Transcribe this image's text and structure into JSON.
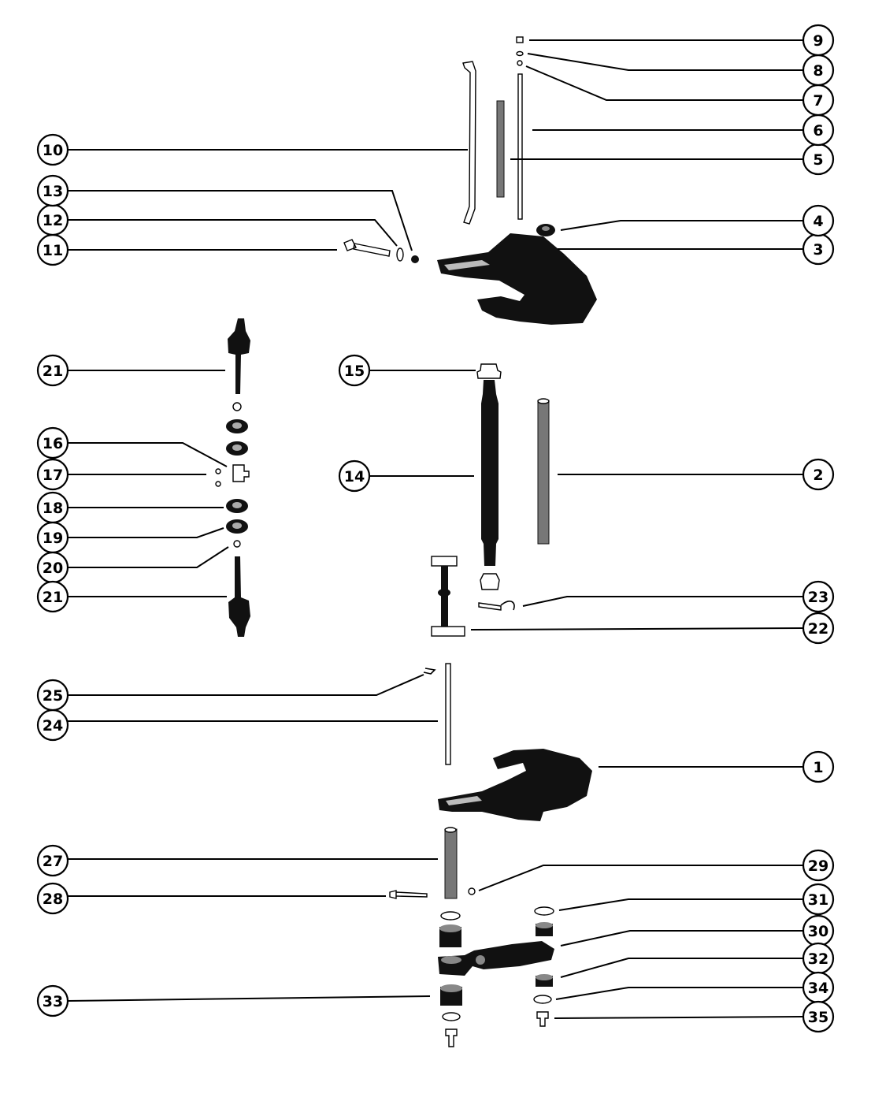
{
  "callouts": [
    {
      "label": "1"
    },
    {
      "label": "2"
    },
    {
      "label": "3"
    },
    {
      "label": "4"
    },
    {
      "label": "5"
    },
    {
      "label": "6"
    },
    {
      "label": "7"
    },
    {
      "label": "8"
    },
    {
      "label": "9"
    },
    {
      "label": "10"
    },
    {
      "label": "11"
    },
    {
      "label": "12"
    },
    {
      "label": "13"
    },
    {
      "label": "14"
    },
    {
      "label": "15"
    },
    {
      "label": "16"
    },
    {
      "label": "17"
    },
    {
      "label": "18"
    },
    {
      "label": "19"
    },
    {
      "label": "20"
    },
    {
      "label": "21"
    },
    {
      "label": "21"
    },
    {
      "label": "22"
    },
    {
      "label": "23"
    },
    {
      "label": "24"
    },
    {
      "label": "25"
    },
    {
      "label": "27"
    },
    {
      "label": "28"
    },
    {
      "label": "29"
    },
    {
      "label": "30"
    },
    {
      "label": "31"
    },
    {
      "label": "32"
    },
    {
      "label": "33"
    },
    {
      "label": "34"
    },
    {
      "label": "35"
    }
  ],
  "colors": {
    "ink": "#000000",
    "background": "#ffffff"
  }
}
